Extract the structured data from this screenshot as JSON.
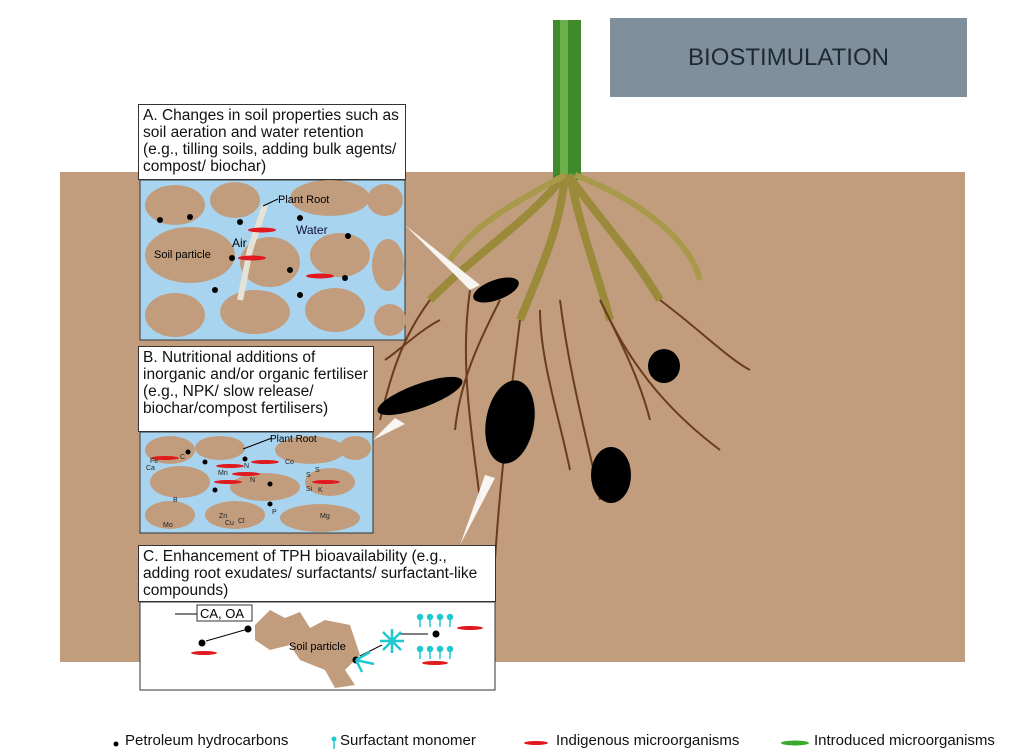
{
  "title": "BIOSTIMULATION",
  "panels": {
    "a": {
      "text": "A. Changes in soil properties such as soil aeration and water retention (e.g., tilling soils, adding bulk agents/ compost/ biochar)",
      "labels": {
        "plant_root": "Plant Root",
        "water": "Water",
        "air": "Air",
        "soil_particle": "Soil particle"
      }
    },
    "b": {
      "text": "B. Nutritional additions of inorganic and/or organic fertiliser (e.g., NPK/ slow release/ biochar/compost fertilisers)",
      "labels": {
        "plant_root": "Plant Root"
      },
      "elements": [
        "Fe",
        "Ca",
        "C",
        "Mn",
        "N",
        "N",
        "Co",
        "S",
        "S",
        "Si",
        "K",
        "B",
        "Zn",
        "Cu",
        "Cl",
        "P",
        "Mg",
        "Mo"
      ]
    },
    "c": {
      "text": "C. Enhancement of TPH bioavailability (e.g., adding root exudates/ surfactants/ surfactant-like compounds)",
      "labels": {
        "ca_oa": "CA, OA",
        "soil_particle": "Soil particle"
      }
    }
  },
  "legend": [
    {
      "label": "Petroleum hydrocarbons",
      "symbol": "black-dot"
    },
    {
      "label": "Surfactant monomer",
      "symbol": "cyan-monomer"
    },
    {
      "label": "Indigenous microorganisms",
      "symbol": "red-dash"
    },
    {
      "label": "Introduced microorganisms",
      "symbol": "green-dash"
    }
  ],
  "colors": {
    "soil": "#c19d7e",
    "title_box": "#7f909c",
    "stem": "#3f8a2a",
    "water": "#a9d4ef",
    "hydrocarbon": "#000000",
    "surfactant": "#1fc9cf",
    "indigenous": "#e0191e",
    "introduced": "#3aa82a"
  }
}
